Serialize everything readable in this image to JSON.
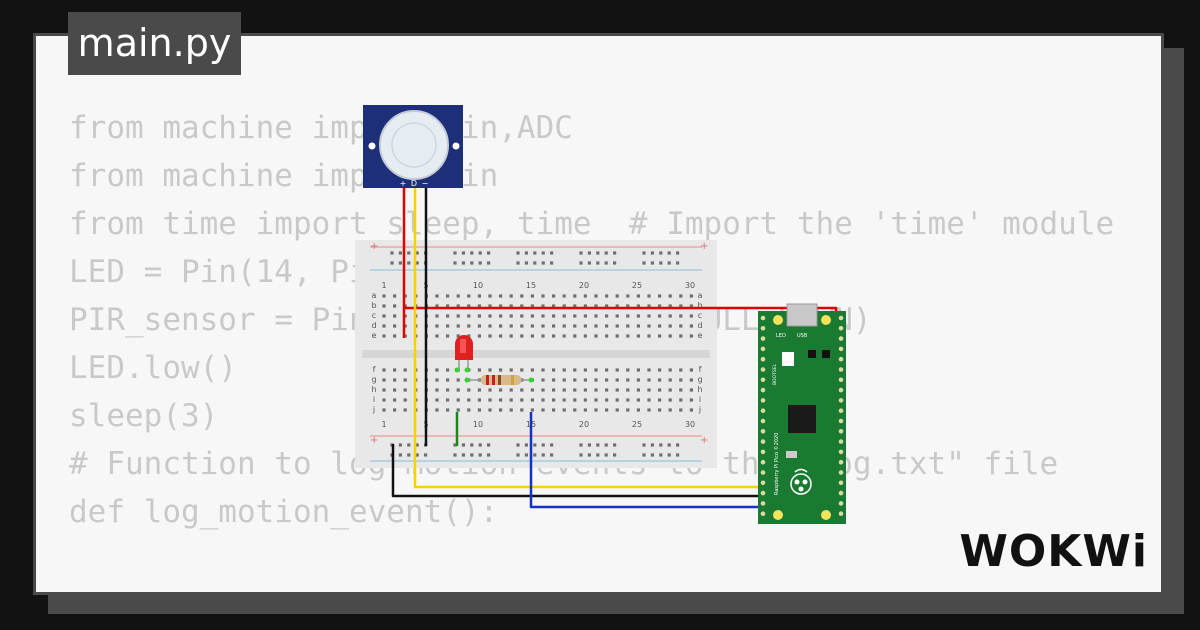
{
  "file_tab": {
    "label": "main.py"
  },
  "code": {
    "lines": [
      "from machine import Pin,ADC",
      "from machine import Pin",
      "from time import sleep, time  # Import the 'time' module",
      "",
      "LED = Pin(14, Pin.OUT)",
      "PIR_sensor = Pin(15, Pin.IN, Pin.PULL_DOWN)",
      "LED.low()",
      "sleep(3)",
      "",
      "# Function to log motion events to the \"log.txt\" file",
      "def log_motion_event():"
    ]
  },
  "diagram": {
    "pir_sensor": {
      "pin_labels": [
        "+",
        "D",
        "−"
      ],
      "colors": {
        "body": "#1e2f7a",
        "dome": "#e6edf2"
      }
    },
    "breadboard": {
      "column_numbers": [
        "1",
        "5",
        "10",
        "15",
        "20",
        "25",
        "30"
      ],
      "row_letters_top": [
        "a",
        "b",
        "c",
        "d",
        "e"
      ],
      "row_letters_bottom": [
        "f",
        "g",
        "h",
        "i",
        "j"
      ],
      "rail_plus": "+"
    },
    "led": {
      "color": "#e02020"
    },
    "pico": {
      "board_text": "Raspberry Pi Pico ©2020",
      "led_label": "LED",
      "usb_label": "USB",
      "bootsel_label": "BOOTSEL",
      "colors": {
        "board": "#1b7a31"
      }
    },
    "wire_colors": {
      "red": "#e00000",
      "yellow": "#f5d300",
      "black": "#111111",
      "blue": "#1530c8",
      "green": "#178a17"
    }
  },
  "brand": {
    "logo_text": "WOKWi"
  }
}
